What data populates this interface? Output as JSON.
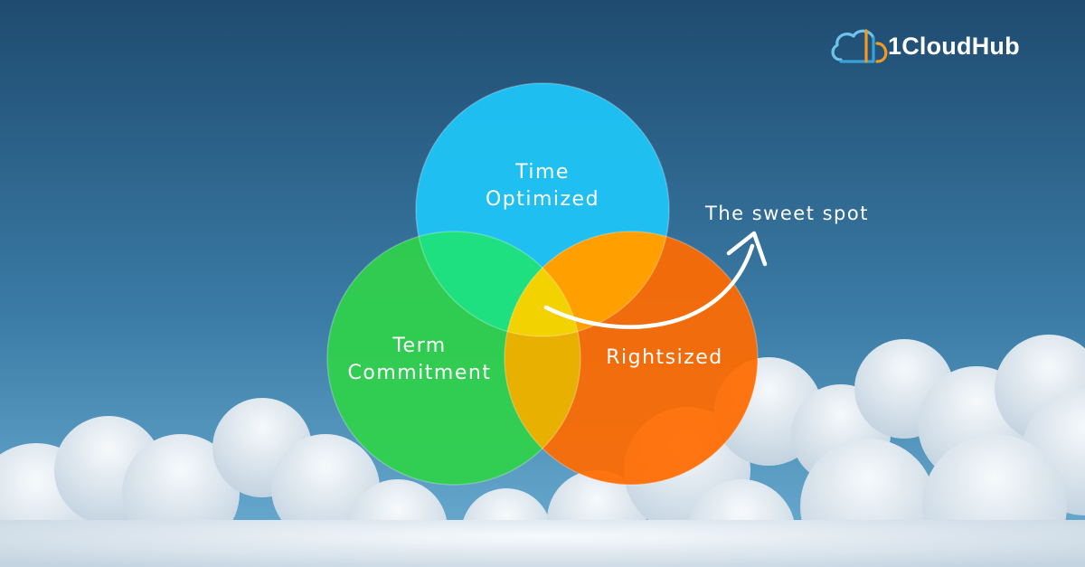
{
  "brand": {
    "name": "1CloudHub"
  },
  "diagram": {
    "circles": [
      {
        "id": "time",
        "label": "Time\nOptimized",
        "color": "#1fc3f5"
      },
      {
        "id": "term",
        "label": "Term\nCommitment",
        "color": "#2fd24a"
      },
      {
        "id": "right",
        "label": "Rightsized",
        "color": "#ff6a00"
      }
    ],
    "callout": "The sweet spot"
  },
  "colors": {
    "sky_top": "#1e4e73",
    "sky_bottom": "#5ea3c9",
    "overlap_center": "#f2d200"
  }
}
